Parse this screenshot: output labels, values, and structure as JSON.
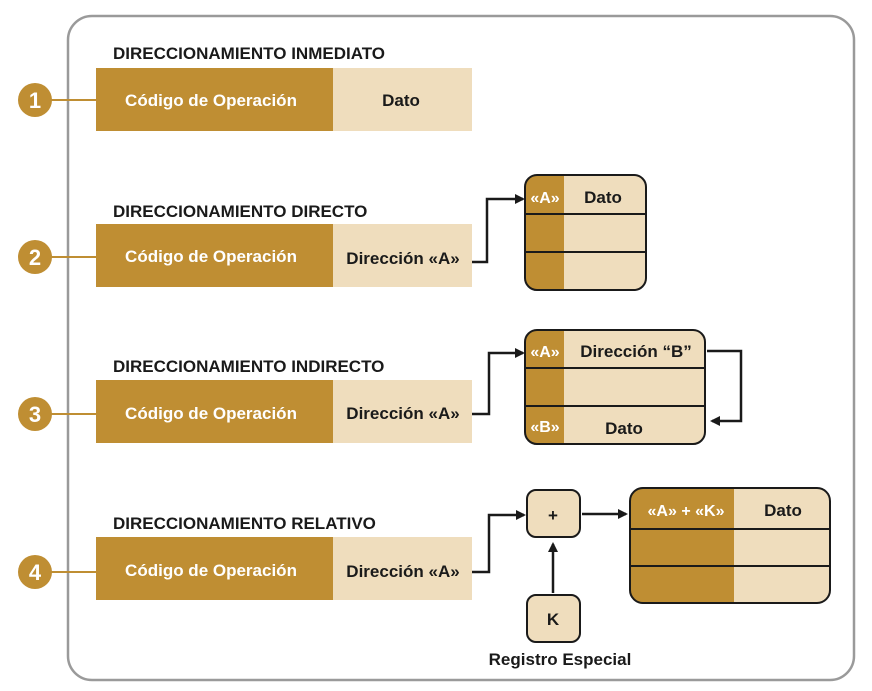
{
  "colors": {
    "gold": "#BF8E33",
    "cream": "#EFDDBD",
    "frame": "#9A9A9A",
    "line": "#1A1A1A",
    "number_line": "#BF8E33"
  },
  "sections": [
    {
      "number": "1",
      "title": "DIRECCIONAMIENTO INMEDIATO",
      "opcode": "Código de Operación",
      "operand": "Dato"
    },
    {
      "number": "2",
      "title": "DIRECCIONAMIENTO DIRECTO",
      "opcode": "Código de Operación",
      "operand": "Dirección «A»"
    },
    {
      "number": "3",
      "title": "DIRECCIONAMIENTO INDIRECTO",
      "opcode": "Código de Operación",
      "operand": "Dirección «A»"
    },
    {
      "number": "4",
      "title": "DIRECCIONAMIENTO RELATIVO",
      "opcode": "Código de Operación",
      "operand": "Dirección «A»"
    }
  ],
  "memory_direct": {
    "tag": "«A»",
    "value": "Dato"
  },
  "memory_indirect": {
    "row1_tag": "«A»",
    "row1_value": "Dirección “B”",
    "row3_tag": "«B»",
    "row3_value": "Dato"
  },
  "relative": {
    "adder": "+",
    "register": "K",
    "register_label": "Registro Especial",
    "memory_tag": "«A» + «K»",
    "memory_value": "Dato"
  }
}
